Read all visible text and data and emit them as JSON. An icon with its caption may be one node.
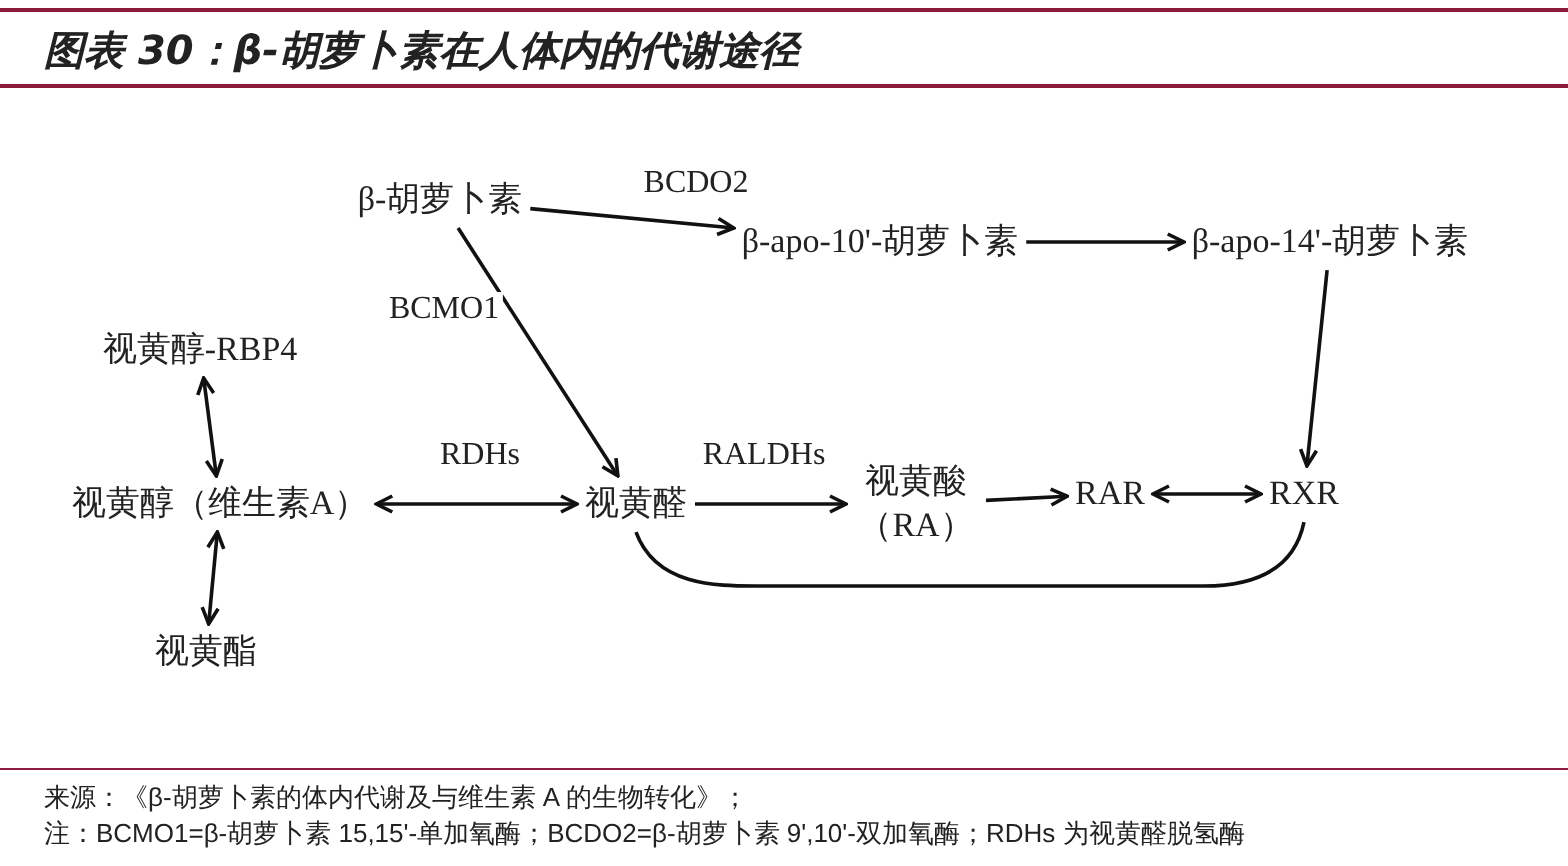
{
  "diagram": {
    "title": "图表 30：β-胡萝卜素在人体内的代谢途径",
    "nodes": [
      {
        "text": [
          "β-胡萝卜素"
        ]
      },
      {
        "text": [
          "β-apo-10'-胡萝卜素"
        ]
      },
      {
        "text": [
          "β-apo-14'-胡萝卜素"
        ]
      },
      {
        "text": [
          "视黄醇-RBP4"
        ]
      },
      {
        "text": [
          "视黄醇（维生素A）"
        ]
      },
      {
        "text": [
          "视黄酯"
        ]
      },
      {
        "text": [
          "视黄醛"
        ]
      },
      {
        "text": [
          "视黄酸（RA）"
        ]
      },
      {
        "text": [
          "RAR"
        ]
      },
      {
        "text": [
          "RXR"
        ]
      }
    ],
    "edges": [
      {
        "from": 0,
        "to": 1,
        "arrow": "to",
        "label": "BCDO2"
      },
      {
        "from": 1,
        "to": 2,
        "arrow": "to"
      },
      {
        "from": 0,
        "to": 6,
        "arrow": "to",
        "label": "BCMO1"
      },
      {
        "from": 2,
        "to": 9,
        "arrow": "to"
      },
      {
        "from": 3,
        "to": 4,
        "arrow": "both"
      },
      {
        "from": 4,
        "to": 5,
        "arrow": "both"
      },
      {
        "from": 4,
        "to": 6,
        "arrow": "both",
        "label": "RDHs"
      },
      {
        "from": 6,
        "to": 7,
        "arrow": "to",
        "label": "RALDHs"
      },
      {
        "from": 7,
        "to": 8,
        "arrow": "to"
      },
      {
        "from": 8,
        "to": 9,
        "arrow": "both"
      },
      {
        "from": 6,
        "to": 9,
        "arrow": "none"
      }
    ],
    "labels": [
      "来源：《β-胡萝卜素的体内代谢及与维生素 A 的生物转化》；",
      "注：BCMO1=β-胡萝卜素 15,15'-单加氧酶；BCDO2=β-胡萝卜素 9',10'-双加氧酶；RDHs 为视黄醛脱氢酶"
    ]
  }
}
